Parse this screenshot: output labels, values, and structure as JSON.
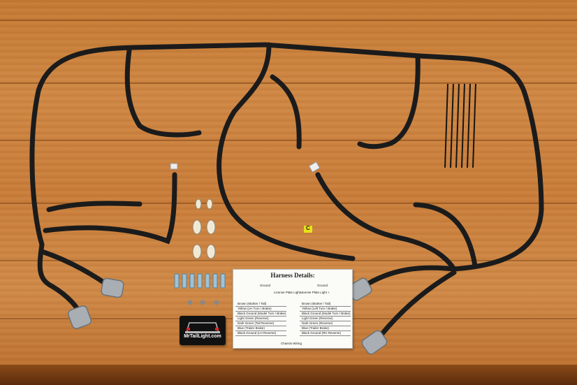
{
  "harness_card": {
    "title": "Harness Details:",
    "left_labels": [
      "Ground",
      "License Plate Light +",
      "Ground"
    ],
    "right_labels": [
      "License Plate Light +",
      "Ground"
    ],
    "left_rows": [
      "Brown (Marker / Tail)",
      "Yellow (LH Turn / Brake)",
      "Black Ground (Model Turn / Brake)",
      "Light Green (Reverse)",
      "Dark Green (Tail Reverse)",
      "Blue (Trailer Brake)",
      "Black Ground (LH Reverse)"
    ],
    "right_rows": [
      "Brown (Marker / Tail)",
      "Yellow (Left Turn / Brake)",
      "Black Ground (Model Turn / Brake)",
      "Light Green (Reverse)",
      "Dark Green (Reverse)",
      "Blue (Trailer Brake)",
      "Black Ground (RH Reverse)"
    ],
    "bottom_label": "Chassis Wiring"
  },
  "logo": {
    "text": "MrTailLight.com"
  },
  "tag": {
    "text": "C"
  },
  "colors": {
    "wire": "#1b1b1b",
    "connector": "#a8aeb4",
    "tag": "#e8e21a",
    "wood": "#c97d3a"
  }
}
